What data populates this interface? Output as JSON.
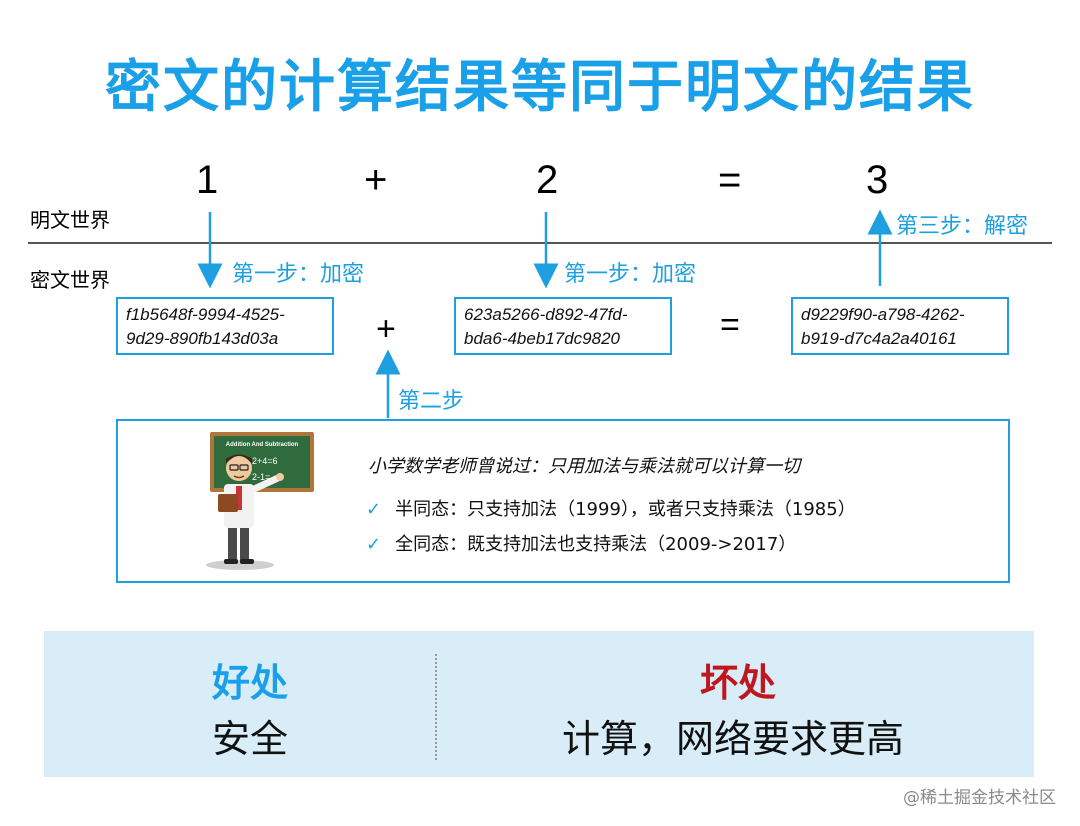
{
  "title": "密文的计算结果等同于明文的结果",
  "plaintext": {
    "world_label": "明文世界",
    "operand1": "1",
    "plus": "+",
    "operand2": "2",
    "equals": "=",
    "result": "3"
  },
  "ciphertext": {
    "world_label": "密文世界",
    "cipher1_line1": "f1b5648f-9994-4525-",
    "cipher1_line2": "9d29-890fb143d03a",
    "plus": "+",
    "cipher2_line1": "623a5266-d892-47fd-",
    "cipher2_line2": "bda6-4beb17dc9820",
    "equals": "=",
    "cipher3_line1": "d9229f90-a798-4262-",
    "cipher3_line2": "b919-d7c4a2a40161"
  },
  "steps": {
    "step1_a": "第一步：加密",
    "step1_b": "第一步：加密",
    "step2": "第二步",
    "step3": "第三步：解密"
  },
  "info": {
    "board_title": "Addition And Subtraction",
    "board_line1": "2+4=6",
    "board_line2": "2-1=",
    "quote": "小学数学老师曾说过：只用加法与乘法就可以计算一切",
    "bullet1": "半同态：只支持加法（1999），或者只支持乘法（1985）",
    "bullet2": "全同态：既支持加法也支持乘法（2009->2017）",
    "check_icon": "✓"
  },
  "summary": {
    "pro_title": "好处",
    "pro_body": "安全",
    "con_title": "坏处",
    "con_body": "计算，网络要求更高"
  },
  "colors": {
    "accent": "#1aa0e8",
    "con": "#c0161e",
    "panel": "#d9edf9"
  },
  "watermark": "@稀土掘金技术社区"
}
